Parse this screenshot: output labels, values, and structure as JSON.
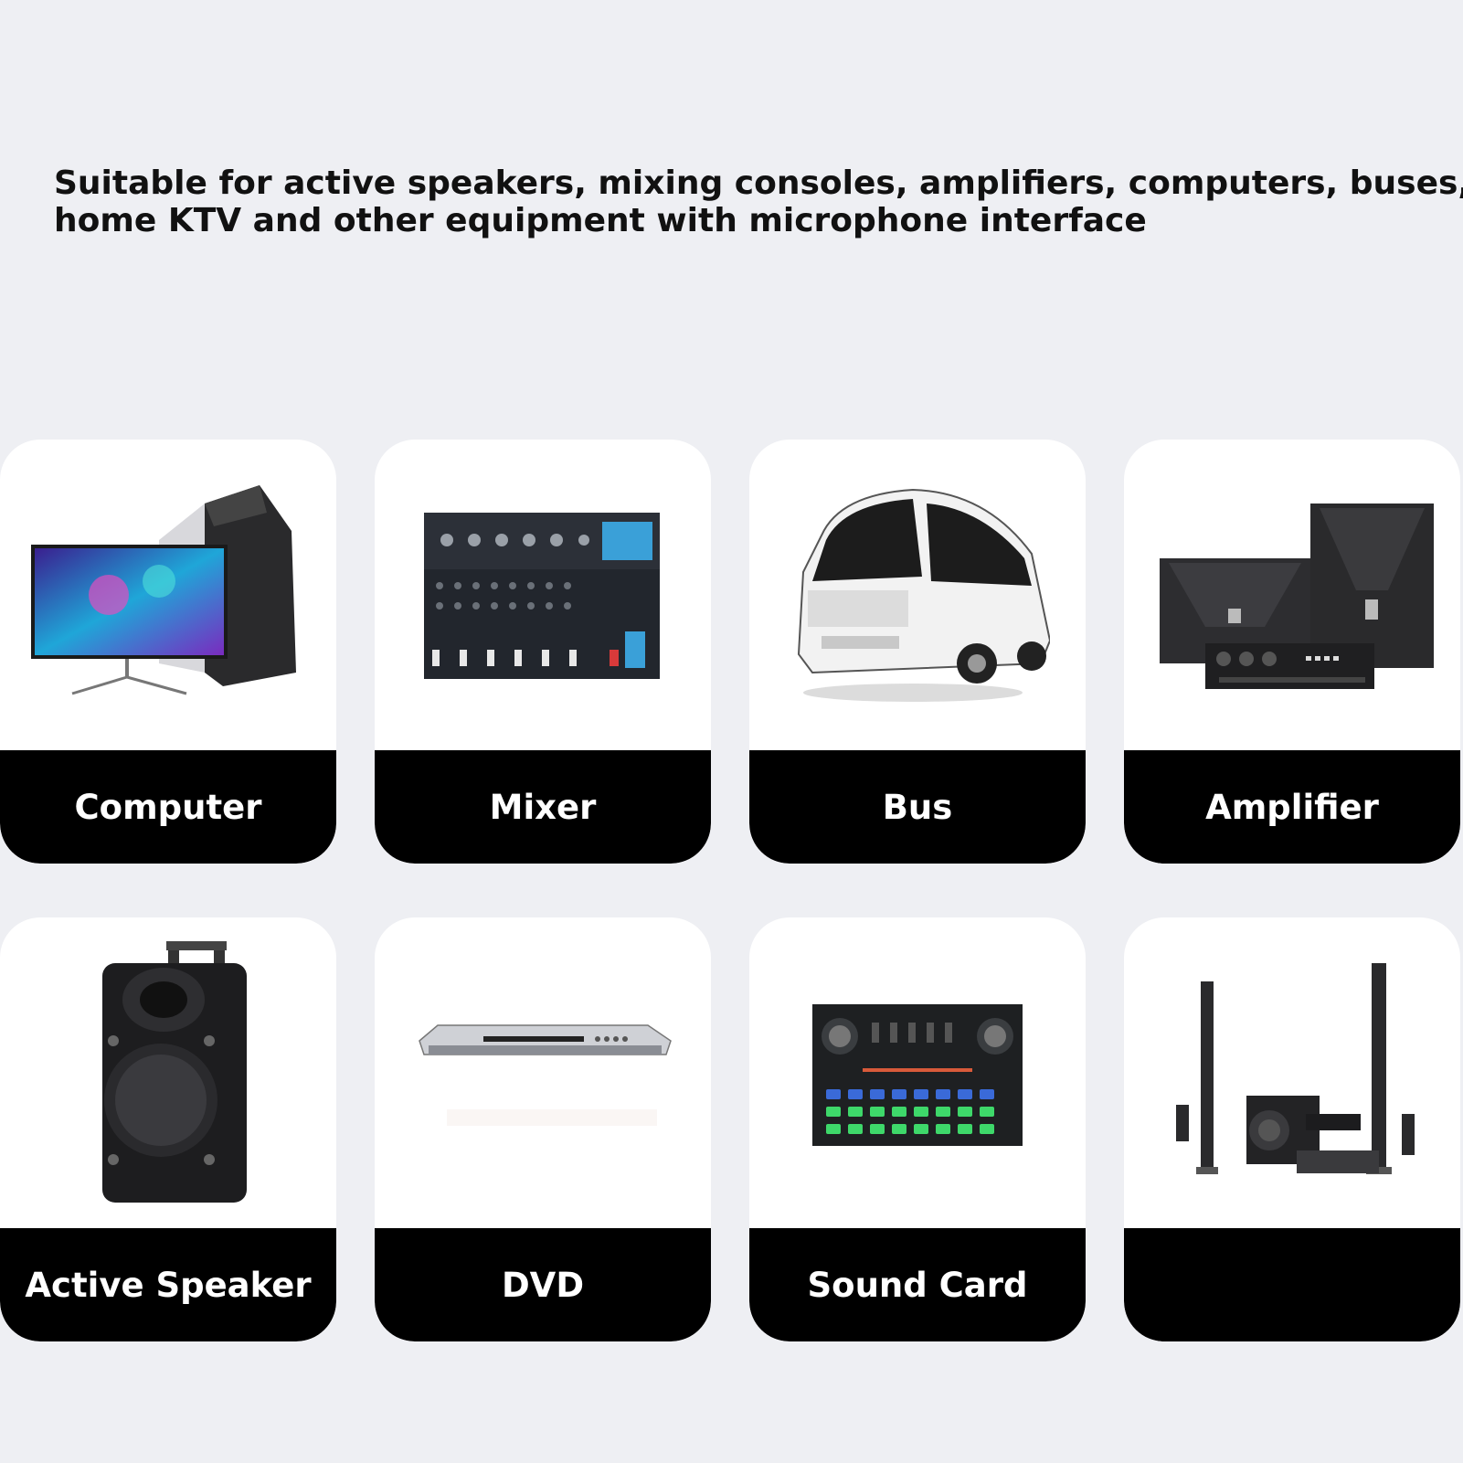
{
  "headline": {
    "line1": "Suitable for active speakers, mixing consoles, amplifiers, computers, buses,",
    "line2": "home KTV and other equipment with microphone interface"
  },
  "cards": [
    {
      "label": "Computer",
      "icon": "computer-icon"
    },
    {
      "label": "Mixer",
      "icon": "mixer-icon"
    },
    {
      "label": "Bus",
      "icon": "bus-icon"
    },
    {
      "label": "Amplifier",
      "icon": "amplifier-icon"
    },
    {
      "label": "Active Speaker",
      "icon": "active-speaker-icon"
    },
    {
      "label": "DVD",
      "icon": "dvd-player-icon"
    },
    {
      "label": "Sound Card",
      "icon": "sound-card-icon"
    },
    {
      "label": "",
      "icon": "home-theater-speakers-icon"
    }
  ]
}
